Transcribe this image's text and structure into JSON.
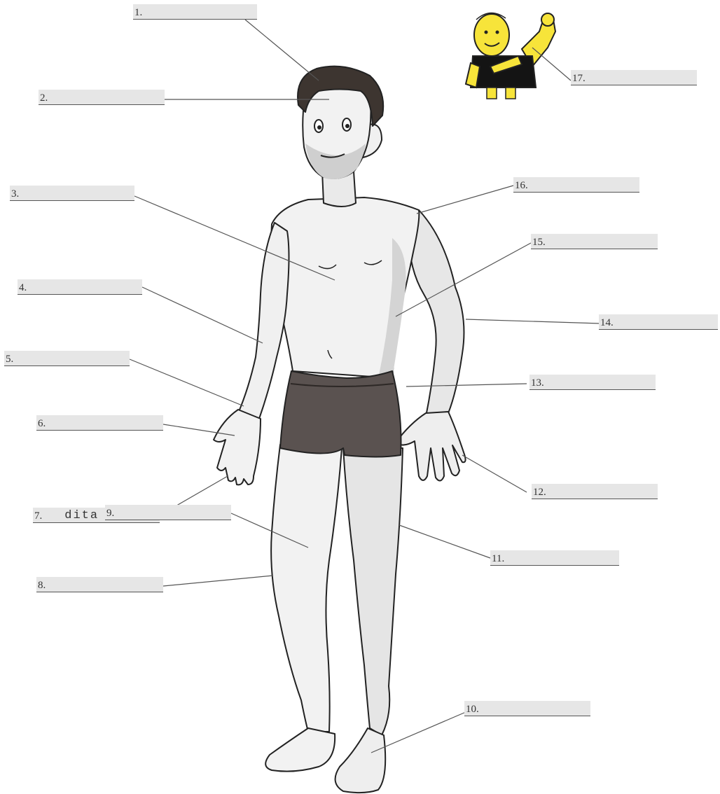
{
  "labels": [
    {
      "number": "1.",
      "answer": ""
    },
    {
      "number": "2.",
      "answer": ""
    },
    {
      "number": "3.",
      "answer": ""
    },
    {
      "number": "4.",
      "answer": ""
    },
    {
      "number": "5.",
      "answer": ""
    },
    {
      "number": "6.",
      "answer": ""
    },
    {
      "number": "7.",
      "answer": "dita"
    },
    {
      "number": "8.",
      "answer": ""
    },
    {
      "number": "9.",
      "answer": ""
    },
    {
      "number": "10.",
      "answer": ""
    },
    {
      "number": "11.",
      "answer": ""
    },
    {
      "number": "12.",
      "answer": ""
    },
    {
      "number": "13.",
      "answer": ""
    },
    {
      "number": "14.",
      "answer": ""
    },
    {
      "number": "15.",
      "answer": ""
    },
    {
      "number": "16.",
      "answer": ""
    },
    {
      "number": "17.",
      "answer": ""
    }
  ],
  "colors": {
    "skin": "#f2f2f2",
    "shade": "#d4d4d4",
    "hair": "#3d3530",
    "shorts": "#5a5250",
    "line": "#555555",
    "blank_fill": "#e6e6e6",
    "icon_yellow": "#f7e43a",
    "icon_shirt": "#141414"
  }
}
